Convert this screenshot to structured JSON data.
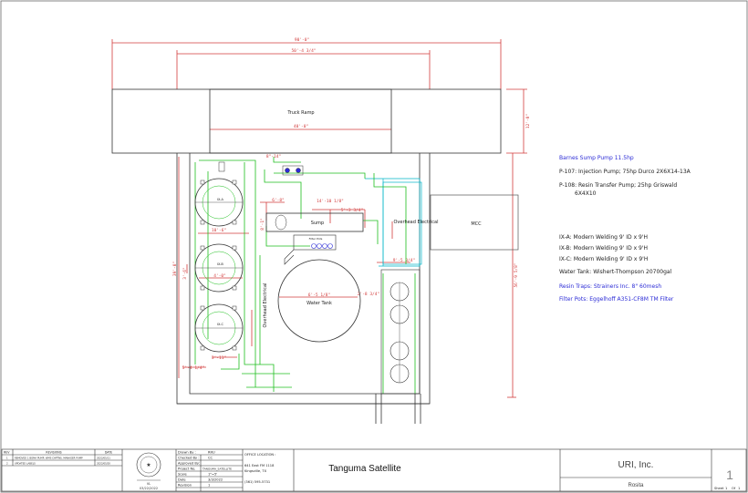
{
  "drawing": {
    "dims": {
      "top_overall": "90'-0\"",
      "top_inner": "50'-4 3/4\"",
      "ramp_width": "40'-0\"",
      "ramp_depth": "12'-0\"",
      "right_side": "56'-9 5/8\"",
      "left_side": "39'-0\"",
      "pump_offset_a": "6'-8\"",
      "pump_offset_b": "8'-1\"",
      "sump_w": "14'-10 1/8\"",
      "sump_r": "5'-3 3/4\"",
      "tank_gap": "6'-5 1/8\"",
      "right_gap": "2'-8 3/4\"",
      "tank_r": "9'-5 3/4\"",
      "tank_dia": "4'-0\"",
      "left_gap": "3'-6\"",
      "ix_gap": "3'-11\"",
      "bot_gap_a": "10'-6\"",
      "bot_gap_b": "5'-4 1/4\"",
      "tag_a": "8\"-14\""
    },
    "labels": {
      "truck_ramp": "Truck Ramp",
      "sump": "Sump",
      "water_tank": "Water Tank",
      "mcc": "MCC",
      "overhead_elec_1": "Overhead Electrical",
      "overhead_elec_2": "Overhead Electrical",
      "filter_pots": "Filter Pots",
      "ix_a": "IX-A",
      "ix_b": "IX-B",
      "ix_c": "IX-C"
    }
  },
  "legend": {
    "items": [
      {
        "text": "Barnes Sump Pump 11.5hp",
        "color": "#2b2bd6"
      },
      {
        "text": "P-107: Injection Pump; 75hp Durco 2X6X14-13A",
        "color": "#222222"
      },
      {
        "text": "P-108: Resin Transfer Pump; 25hp Griswald",
        "color": "#222222"
      },
      {
        "text": "6X4X10",
        "color": "#222222"
      },
      {
        "text": "IX-A:  Modern Welding 9' ID x 9'H",
        "color": "#222222"
      },
      {
        "text": "IX-B:  Modern Welding 9' ID x 9'H",
        "color": "#222222"
      },
      {
        "text": "IX-C:  Modern Welding 9' ID x 9'H",
        "color": "#222222"
      },
      {
        "text": "Water Tank: Wishert-Thompson 20700gal",
        "color": "#222222"
      },
      {
        "text": "Resin Traps: Strainers Inc. 8\" 60mesh",
        "color": "#2b2bd6"
      },
      {
        "text": "Filter Pots: Eggelhoff A351-CF8M  TM Filter",
        "color": "#2b2bd6"
      }
    ]
  },
  "titleblock": {
    "rev_header": "REV",
    "revisions_header": "REVISIONS",
    "date_header": "DATE",
    "revisions": [
      {
        "rev": "1",
        "desc": "REMOVED 1 BOMA PUMP, WMS CHPTNS, MANAGER PUMP",
        "date": "2022/05/11"
      },
      {
        "rev": "2",
        "desc": "UPDATED LABELS",
        "date": "2022/05/20"
      }
    ],
    "seal_date": "03/22/2022",
    "seal_num": "VL",
    "drawn_by_label": "Drawn By :",
    "drawn_by": "RRU",
    "checked_by_label": "Checked By :",
    "checked_by": "CC",
    "approved_by_label": "Approved By:",
    "approved_by": "",
    "project_label": "Project No.",
    "project": "TANGUMA_SATELLITE",
    "scale_label": "Scale",
    "scale": "1\"=5'",
    "date_label": "Date",
    "date": "3/3/2022",
    "revision_label": "Revision",
    "revision": "1",
    "office_label": "OFFICE LOCATION :",
    "office_addr1": "641 East FM 1118",
    "office_addr2": "Kingsville, TX",
    "office_phone": "(361) 595-5731",
    "project_title": "Tanguma Satellite",
    "company": "URI, Inc.",
    "site": "Rosita",
    "sheet_number": "1",
    "sheet_label": "Sheet",
    "sheet_of": "1",
    "of_label": "Of"
  }
}
